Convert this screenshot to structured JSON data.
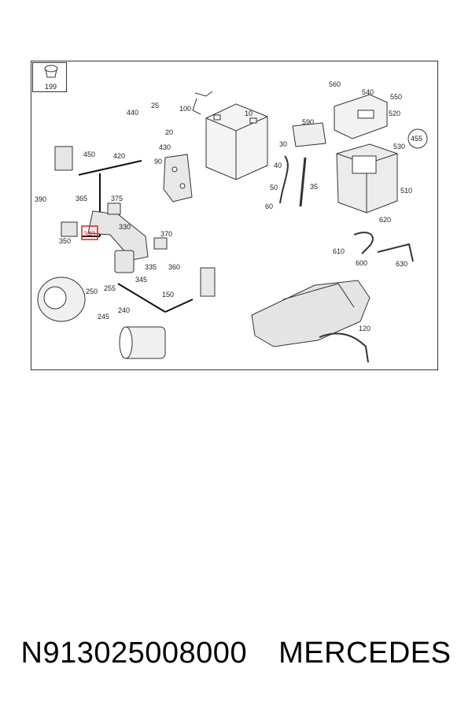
{
  "diagram": {
    "ref_box_label": "199",
    "highlight_label": "340",
    "callouts": [
      "10",
      "20",
      "25",
      "30",
      "35",
      "40",
      "50",
      "60",
      "90",
      "100",
      "120",
      "150",
      "240",
      "245",
      "250",
      "255",
      "330",
      "335",
      "345",
      "350",
      "360",
      "365",
      "370",
      "375",
      "390",
      "420",
      "430",
      "440",
      "450",
      "455",
      "510",
      "520",
      "530",
      "540",
      "550",
      "560",
      "590",
      "600",
      "610",
      "620",
      "630"
    ]
  },
  "caption": {
    "part_number": "N913025008000",
    "brand": "MERCEDES"
  }
}
